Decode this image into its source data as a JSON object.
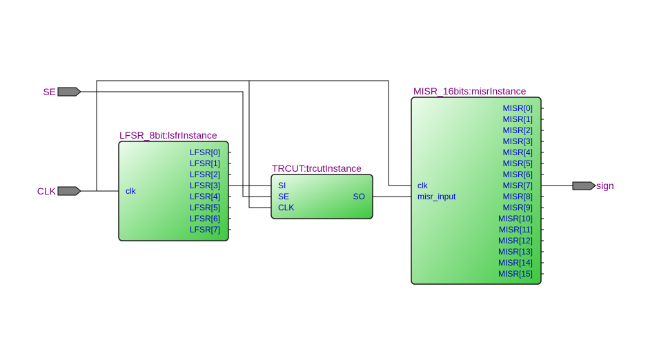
{
  "colors": {
    "block_fill_light": "#ecfcec",
    "block_fill_dark": "#3ec83e",
    "block_border": "#1a1a1a",
    "block_title": "#800080",
    "port_label": "#0000cc",
    "io_label": "#800080",
    "wire": "#000000",
    "connector_fill": "#7f7f7f"
  },
  "inputs": {
    "se": "SE",
    "clk": "CLK"
  },
  "outputs": {
    "sign": "sign"
  },
  "blocks": {
    "lfsr": {
      "title": "LFSR_8bit:lsfrInstance",
      "inputs": [
        "clk"
      ],
      "outputs": [
        "LFSR[0]",
        "LFSR[1]",
        "LFSR[2]",
        "LFSR[3]",
        "LFSR[4]",
        "LFSR[5]",
        "LFSR[6]",
        "LFSR[7]"
      ]
    },
    "trcut": {
      "title": "TRCUT:trcutInstance",
      "inputs": [
        "SI",
        "SE",
        "CLK"
      ],
      "outputs": [
        "SO"
      ]
    },
    "misr": {
      "title": "MISR_16bits:misrInstance",
      "inputs": [
        "clk",
        "misr_input"
      ],
      "outputs": [
        "MISR[0]",
        "MISR[1]",
        "MISR[2]",
        "MISR[3]",
        "MISR[4]",
        "MISR[5]",
        "MISR[6]",
        "MISR[7]",
        "MISR[8]",
        "MISR[9]",
        "MISR[10]",
        "MISR[11]",
        "MISR[12]",
        "MISR[13]",
        "MISR[14]",
        "MISR[15]"
      ]
    }
  }
}
